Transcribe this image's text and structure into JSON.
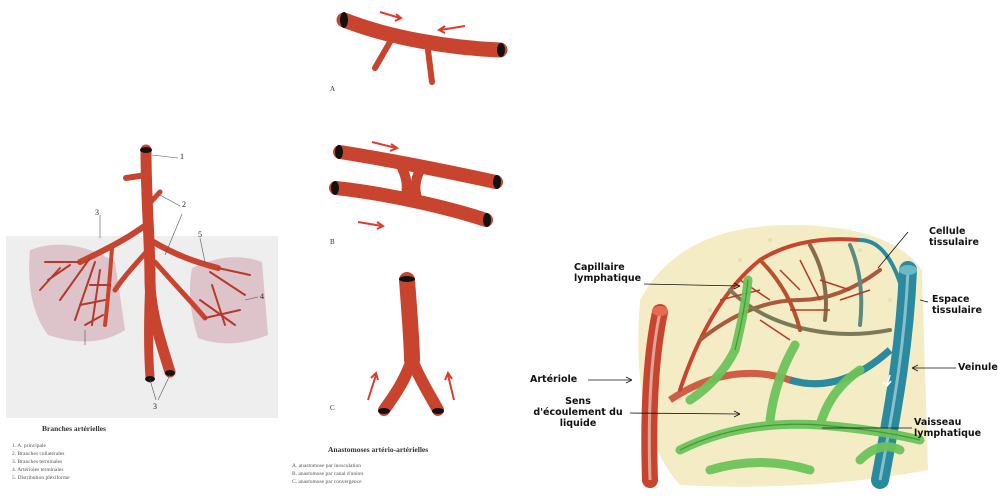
{
  "left_panel": {
    "numbers": [
      "1",
      "2",
      "3",
      "5",
      "4",
      "3"
    ],
    "caption": "Branches artérielles",
    "legend": [
      "1. A. principale",
      "2. Branches collatérales",
      "3. Branches terminales",
      "4. Artérioles terminales",
      "5. Distribution plexiforme"
    ]
  },
  "middle_panel": {
    "letters": [
      "A",
      "B",
      "C"
    ],
    "caption": "Anastomoses artério-artérielles",
    "legend": [
      "A. anastomose par inosculation",
      "B. anastomose par canal d'union",
      "C. anastomose par convergence"
    ]
  },
  "right_panel": {
    "labels": {
      "cellule": "Cellule tissulaire",
      "capillaire": "Capillaire lymphatique",
      "espace": "Espace tissulaire",
      "arteriole": "Artériole",
      "veinule": "Veinule",
      "sens": "Sens d'écoulement du liquide",
      "vaisseau": "Vaisseau lymphatique"
    }
  },
  "colors": {
    "artery": "#c9442f",
    "artery_dark": "#8e2a1c",
    "vein": "#2a8aa0",
    "lymph": "#6cc35a",
    "tissue": "#f4ecc4",
    "tint": "#d8b8c0"
  }
}
